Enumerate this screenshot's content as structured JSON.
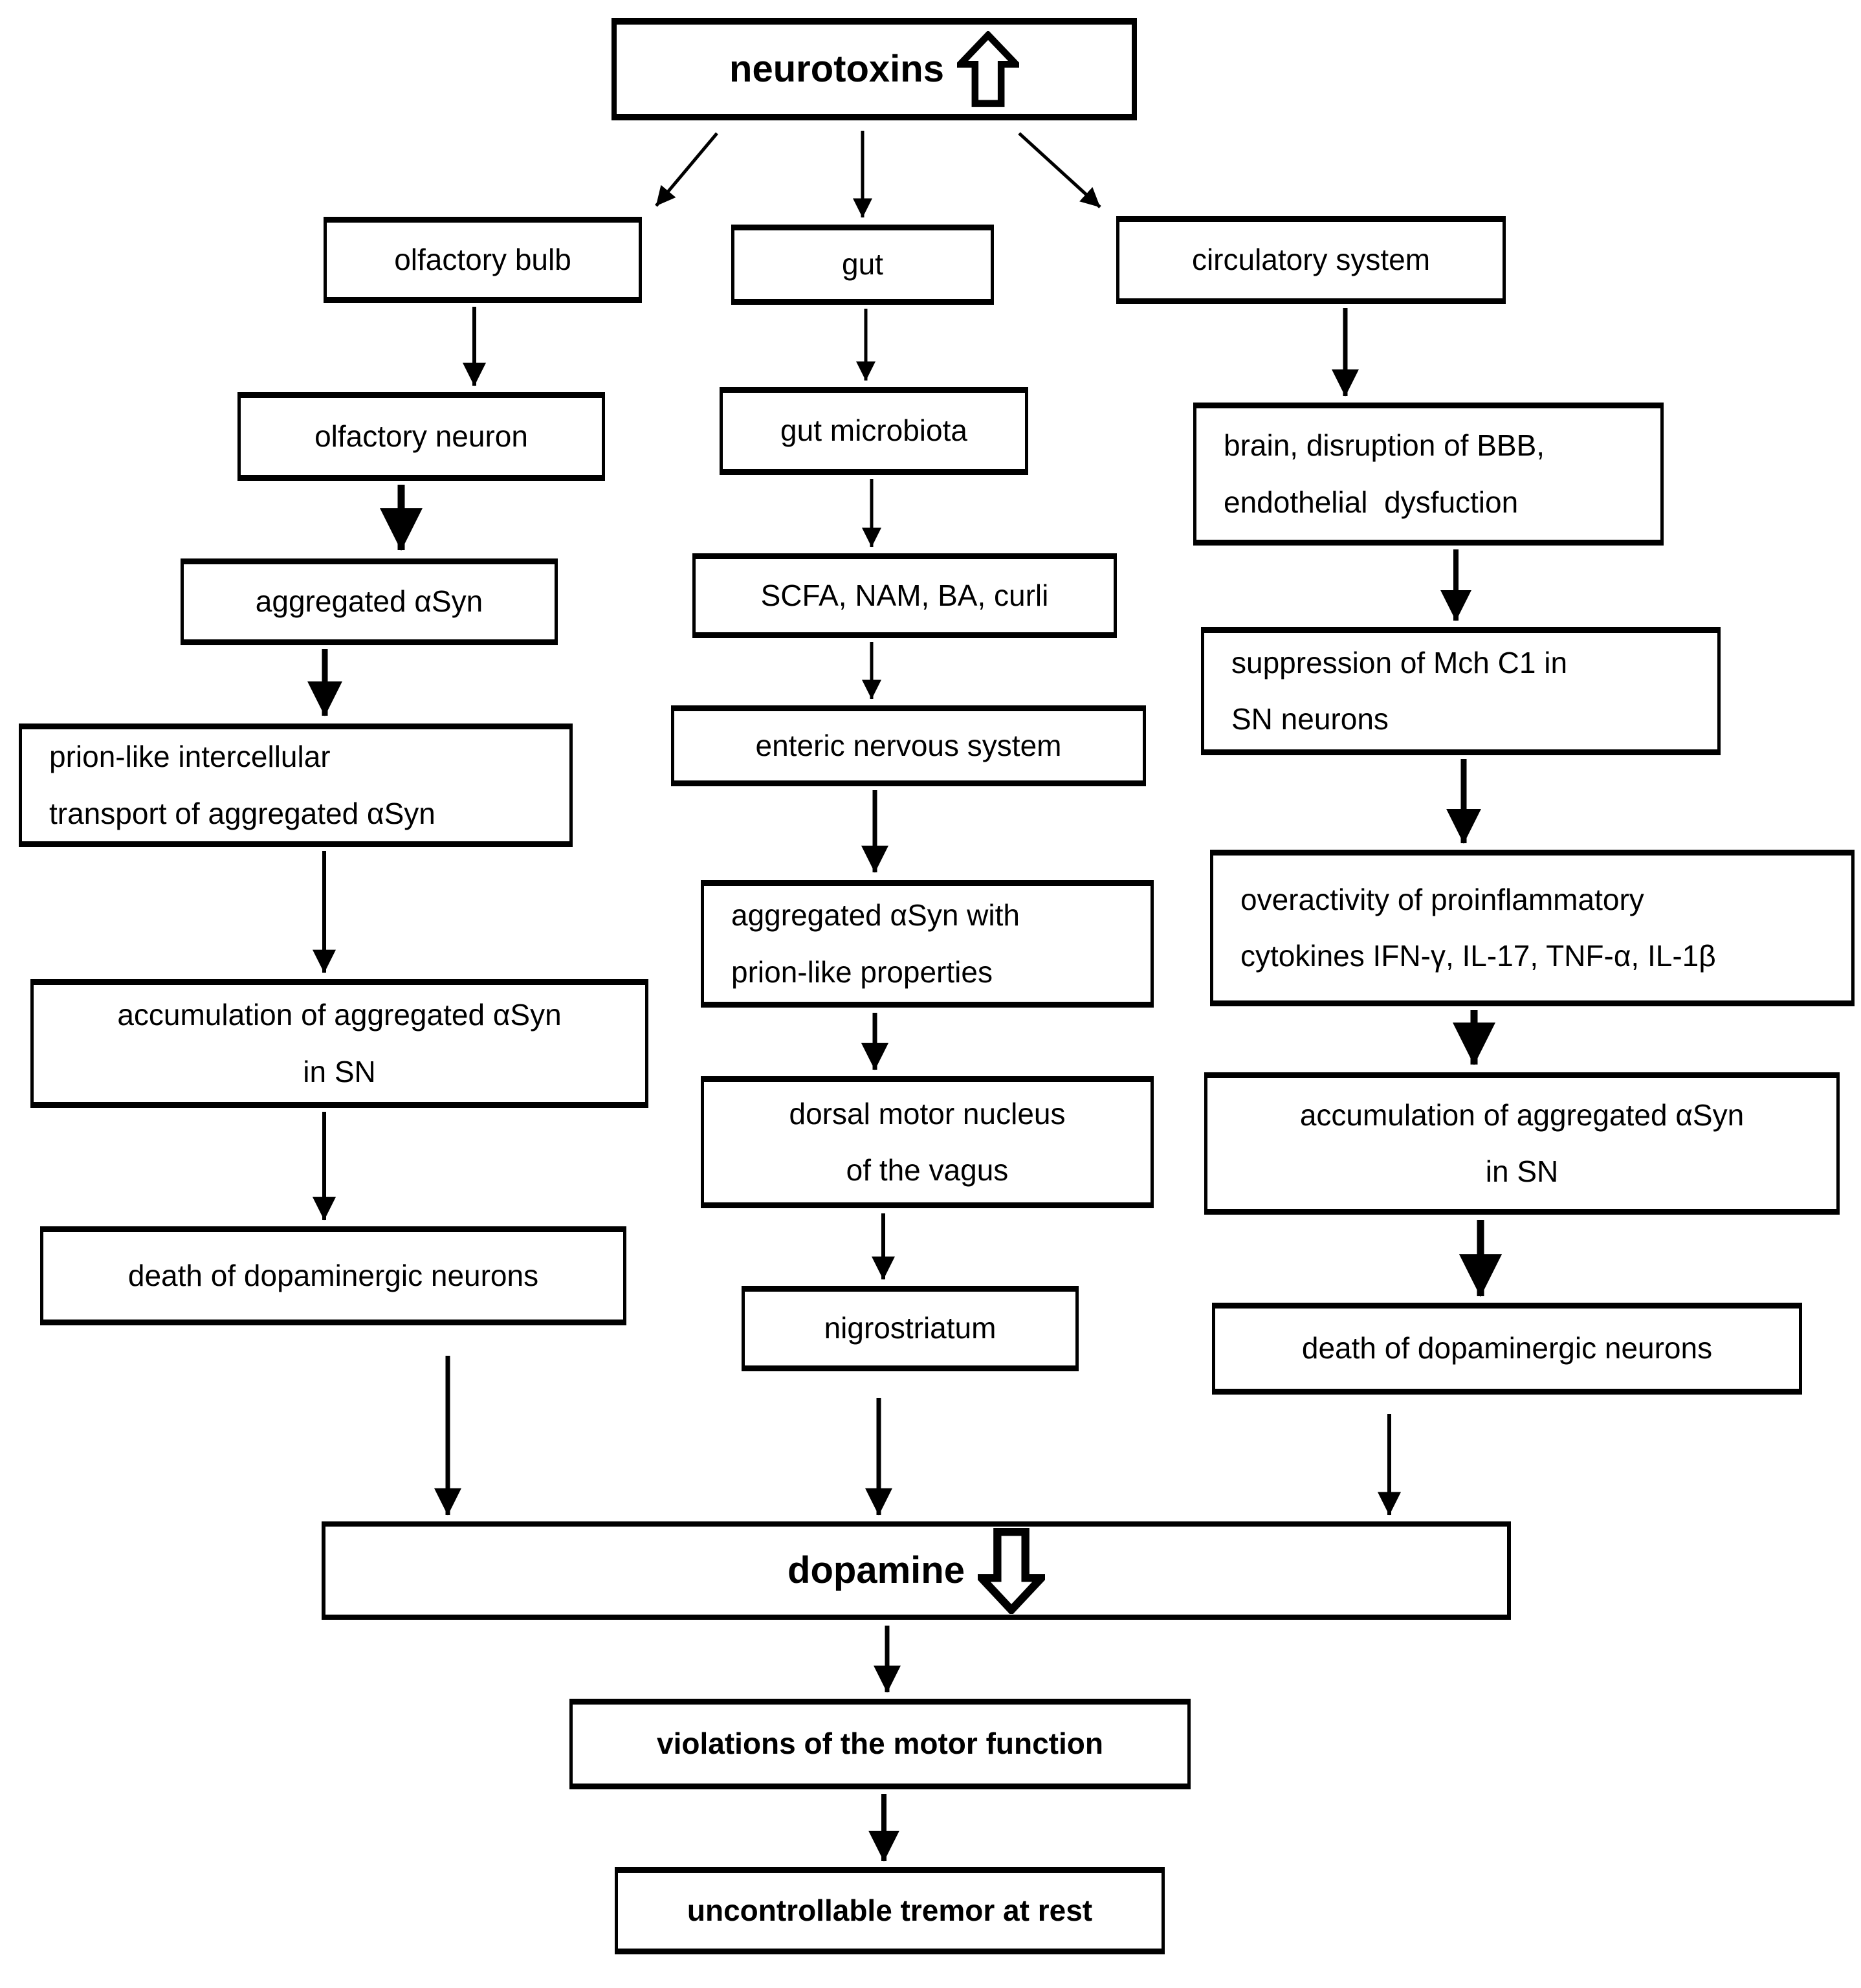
{
  "page": {
    "background_color": "#ffffff",
    "ink_color": "#000000"
  },
  "flowchart": {
    "nodes": {
      "neurotoxins": {
        "label": "neurotoxins",
        "icon": "block-arrow-up-icon"
      },
      "olfactory_bulb": {
        "label": "olfactory bulb"
      },
      "gut": {
        "label": "gut"
      },
      "circulatory_system": {
        "label": "circulatory system"
      },
      "olfactory_neuron": {
        "label": "olfactory neuron"
      },
      "gut_microbiota": {
        "label": "gut microbiota"
      },
      "brain_bbb": {
        "label": "brain, disruption of BBB,\nendothelial  dysfuction"
      },
      "aggregated_asyn": {
        "label": "aggregated αSyn"
      },
      "scfa": {
        "label": "SCFA, NAM, BA, curli"
      },
      "suppression_mch": {
        "label": "suppression of Mch C1 in\nSN neurons"
      },
      "prion_transport": {
        "label": "prion-like intercellular\ntransport of aggregated αSyn"
      },
      "enteric": {
        "label": "enteric nervous system"
      },
      "overactivity": {
        "label": "overactivity of proinflammatory\ncytokines IFN-γ, IL-17, TNF-α, IL-1β"
      },
      "accumulation_left": {
        "label": "accumulation of aggregated αSyn\nin SN"
      },
      "aggregated_prion": {
        "label": "aggregated αSyn with\nprion-like properties"
      },
      "accumulation_right": {
        "label": "accumulation of aggregated αSyn\nin SN"
      },
      "death_left": {
        "label": "death of dopaminergic neurons"
      },
      "dorsal_motor": {
        "label": "dorsal motor nucleus\nof the vagus"
      },
      "death_right": {
        "label": "death of dopaminergic neurons"
      },
      "nigrostriatum": {
        "label": "nigrostriatum"
      },
      "dopamine": {
        "label": "dopamine",
        "icon": "block-arrow-down-icon"
      },
      "violations": {
        "label": "violations of the motor function"
      },
      "uncontrollable": {
        "label": "uncontrollable tremor at rest"
      }
    },
    "edges": [
      {
        "from": "neurotoxins",
        "to": "olfactory_bulb"
      },
      {
        "from": "neurotoxins",
        "to": "gut"
      },
      {
        "from": "neurotoxins",
        "to": "circulatory_system"
      },
      {
        "from": "olfactory_bulb",
        "to": "olfactory_neuron"
      },
      {
        "from": "olfactory_neuron",
        "to": "aggregated_asyn"
      },
      {
        "from": "aggregated_asyn",
        "to": "prion_transport"
      },
      {
        "from": "prion_transport",
        "to": "accumulation_left"
      },
      {
        "from": "accumulation_left",
        "to": "death_left"
      },
      {
        "from": "death_left",
        "to": "dopamine"
      },
      {
        "from": "gut",
        "to": "gut_microbiota"
      },
      {
        "from": "gut_microbiota",
        "to": "scfa"
      },
      {
        "from": "scfa",
        "to": "enteric"
      },
      {
        "from": "enteric",
        "to": "aggregated_prion"
      },
      {
        "from": "aggregated_prion",
        "to": "dorsal_motor"
      },
      {
        "from": "dorsal_motor",
        "to": "nigrostriatum"
      },
      {
        "from": "nigrostriatum",
        "to": "dopamine"
      },
      {
        "from": "circulatory_system",
        "to": "brain_bbb"
      },
      {
        "from": "brain_bbb",
        "to": "suppression_mch"
      },
      {
        "from": "suppression_mch",
        "to": "overactivity"
      },
      {
        "from": "overactivity",
        "to": "accumulation_right"
      },
      {
        "from": "accumulation_right",
        "to": "death_right"
      },
      {
        "from": "death_right",
        "to": "dopamine"
      },
      {
        "from": "dopamine",
        "to": "violations"
      },
      {
        "from": "violations",
        "to": "uncontrollable"
      }
    ]
  }
}
